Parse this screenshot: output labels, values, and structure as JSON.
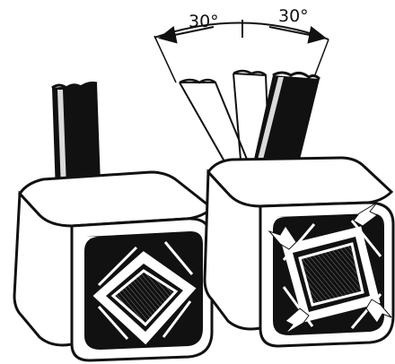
{
  "figure": {
    "angle_labels": [
      {
        "id": "left",
        "text": "30°"
      },
      {
        "id": "right",
        "text": "30°"
      }
    ],
    "colors": {
      "ink": "#111111",
      "paper": "#ffffff",
      "hatch": "#777777"
    },
    "elements": [
      "rubber-suspension-unit-neutral",
      "rubber-suspension-unit-twisted",
      "swing-arc-indicator"
    ]
  }
}
